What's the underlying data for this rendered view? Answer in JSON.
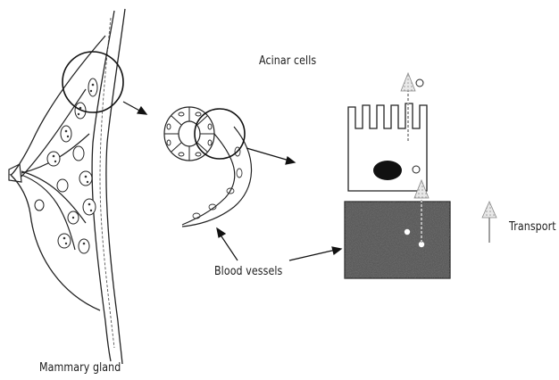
{
  "labels": {
    "acinar_cells": "Acinar cells",
    "transport": "Transport",
    "blood_vessels": "Blood vessels",
    "mammary_gland": "Mammary gland"
  },
  "colors": {
    "line": "#222222",
    "tissue_fill": "#4a4a4a",
    "nucleus": "#111111",
    "transport_arrow": "#a0a0a0",
    "background": "#ffffff"
  },
  "icons": {
    "transport_arrow": "up-arrow-icon",
    "pointer_arrow": "arrow-icon"
  }
}
